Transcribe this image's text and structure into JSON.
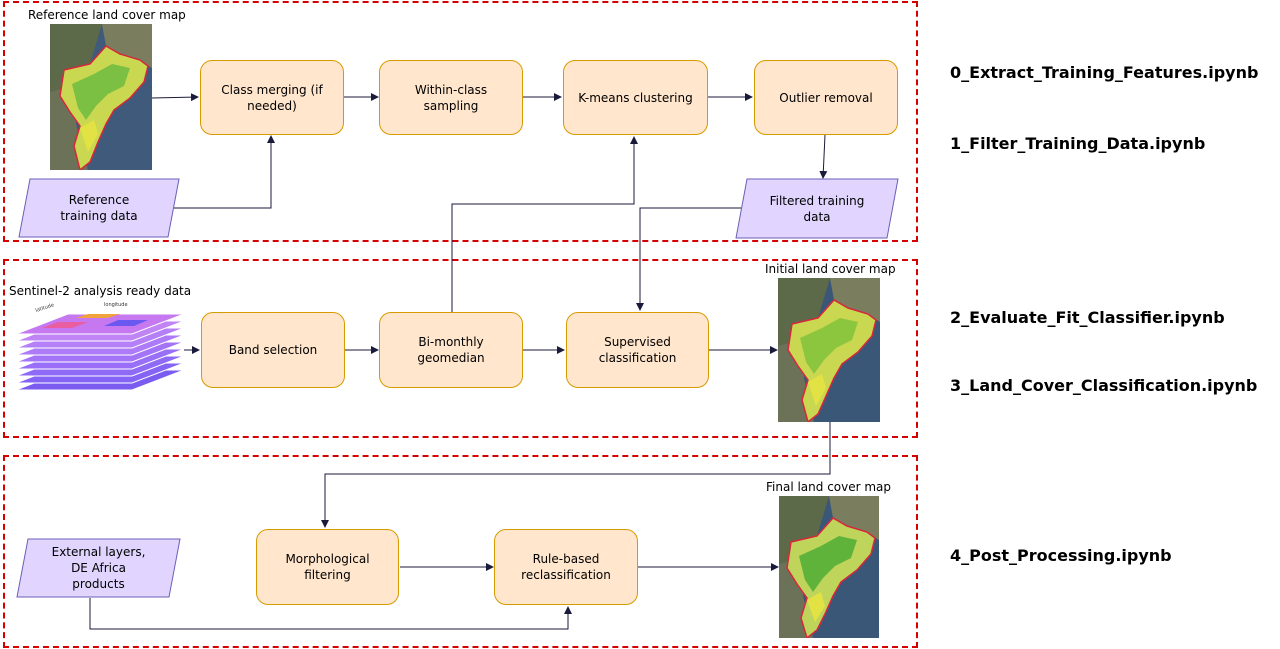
{
  "labels": {
    "reference_map": "Reference land cover map",
    "sentinel": "Sentinel-2 analysis ready data",
    "initial_map": "Initial land cover map",
    "final_map": "Final land cover map",
    "cube_latitude": "latitude",
    "cube_longitude": "longitude"
  },
  "boxes": {
    "class_merging": "Class merging (if needed)",
    "within_class": "Within-class sampling",
    "kmeans": "K-means clustering",
    "outlier": "Outlier removal",
    "band_selection": "Band selection",
    "bimonthly": "Bi-monthly geomedian",
    "supervised": "Supervised classification",
    "morphological": "Morphological filtering",
    "rule_based": "Rule-based reclassification"
  },
  "inputs": {
    "reference_training": "Reference training data",
    "filtered_training": "Filtered training data",
    "external_layers": "External layers, DE Africa products"
  },
  "notebooks": {
    "nb0": "0_Extract_Training_Features.ipynb",
    "nb1": "1_Filter_Training_Data.ipynb",
    "nb2": "2_Evaluate_Fit_Classifier.ipynb",
    "nb3": "3_Land_Cover_Classification.ipynb",
    "nb4": "4_Post_Processing.ipynb"
  },
  "colors": {
    "process_fill": "#ffe6cc",
    "process_border": "#d79b00",
    "input_fill": "#e1d5ff",
    "input_border": "#6c5fb5",
    "section_border": "#d60000",
    "arrow": "#1a1a3a"
  }
}
